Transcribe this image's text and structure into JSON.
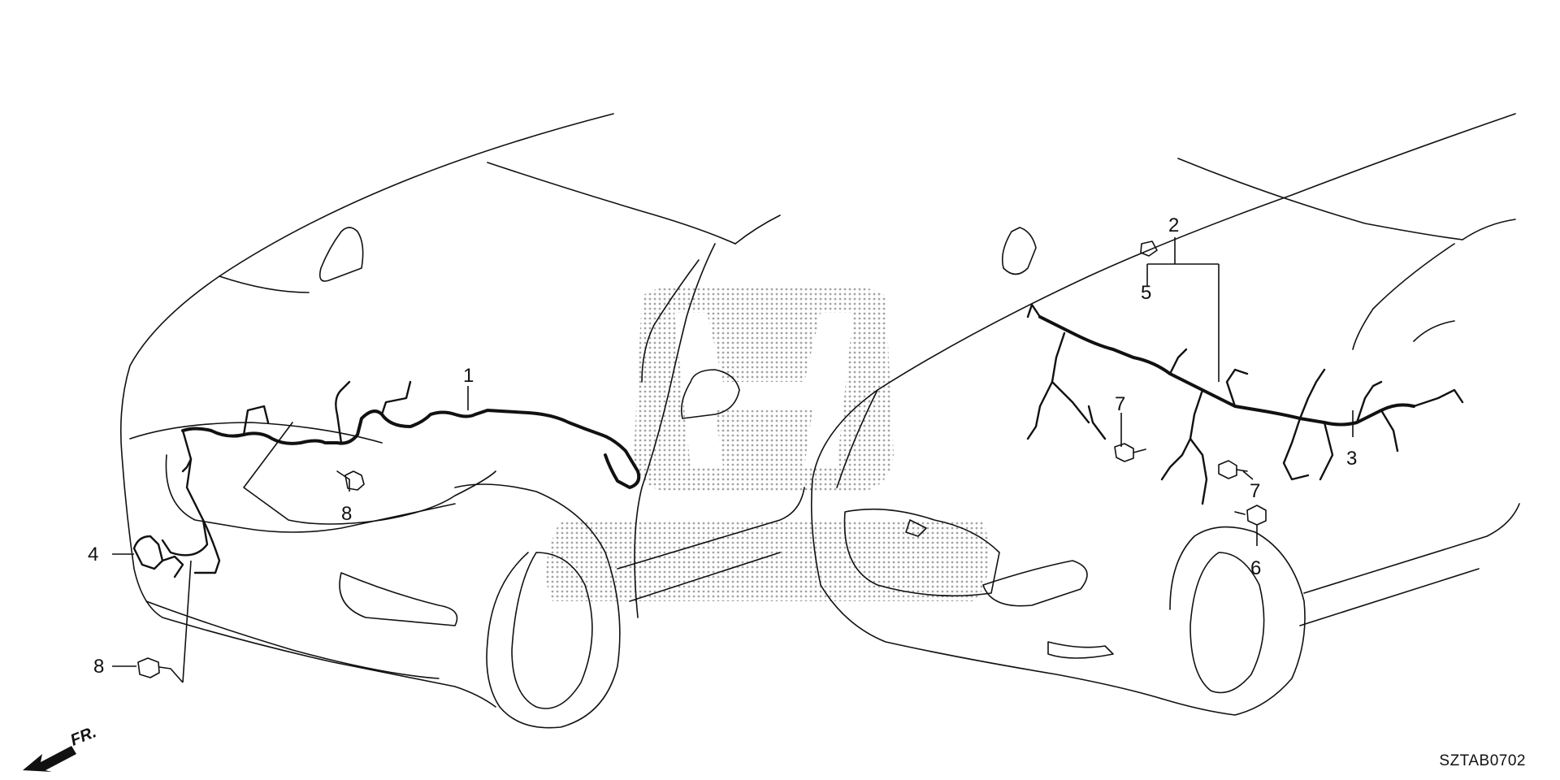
{
  "callouts": {
    "c1": "1",
    "c2": "2",
    "c3": "3",
    "c4": "4",
    "c5": "5",
    "c6": "6",
    "c7a": "7",
    "c7b": "7",
    "c8a": "8",
    "c8b": "8"
  },
  "direction_label": "FR.",
  "diagram_code": "SZTAB0702",
  "icons": {
    "brand_watermark": "honda-logo-watermark",
    "direction_arrow": "front-direction-arrow-icon"
  }
}
